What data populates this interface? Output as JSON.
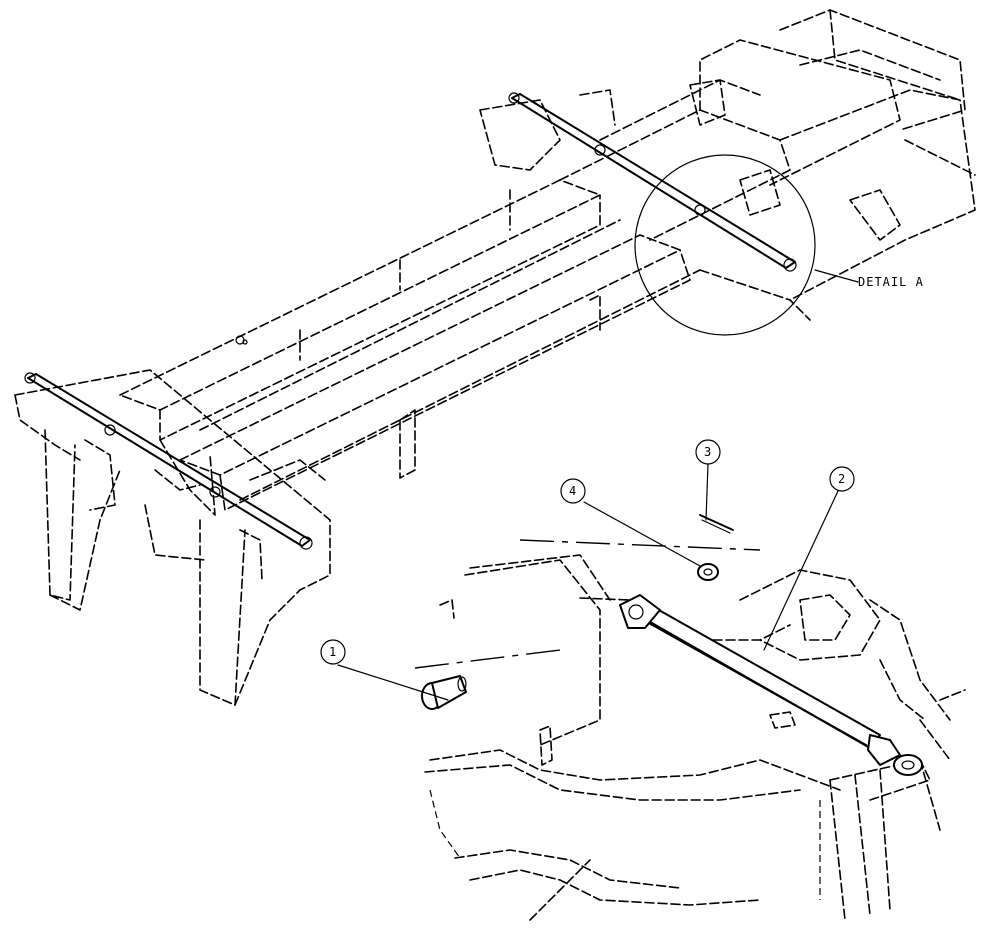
{
  "detail_label": "DETAIL A",
  "callouts": [
    {
      "id": "callout-1",
      "number": "1"
    },
    {
      "id": "callout-2",
      "number": "2"
    },
    {
      "id": "callout-3",
      "number": "3"
    },
    {
      "id": "callout-4",
      "number": "4"
    }
  ],
  "colors": {
    "line": "#000000",
    "background": "#ffffff"
  }
}
